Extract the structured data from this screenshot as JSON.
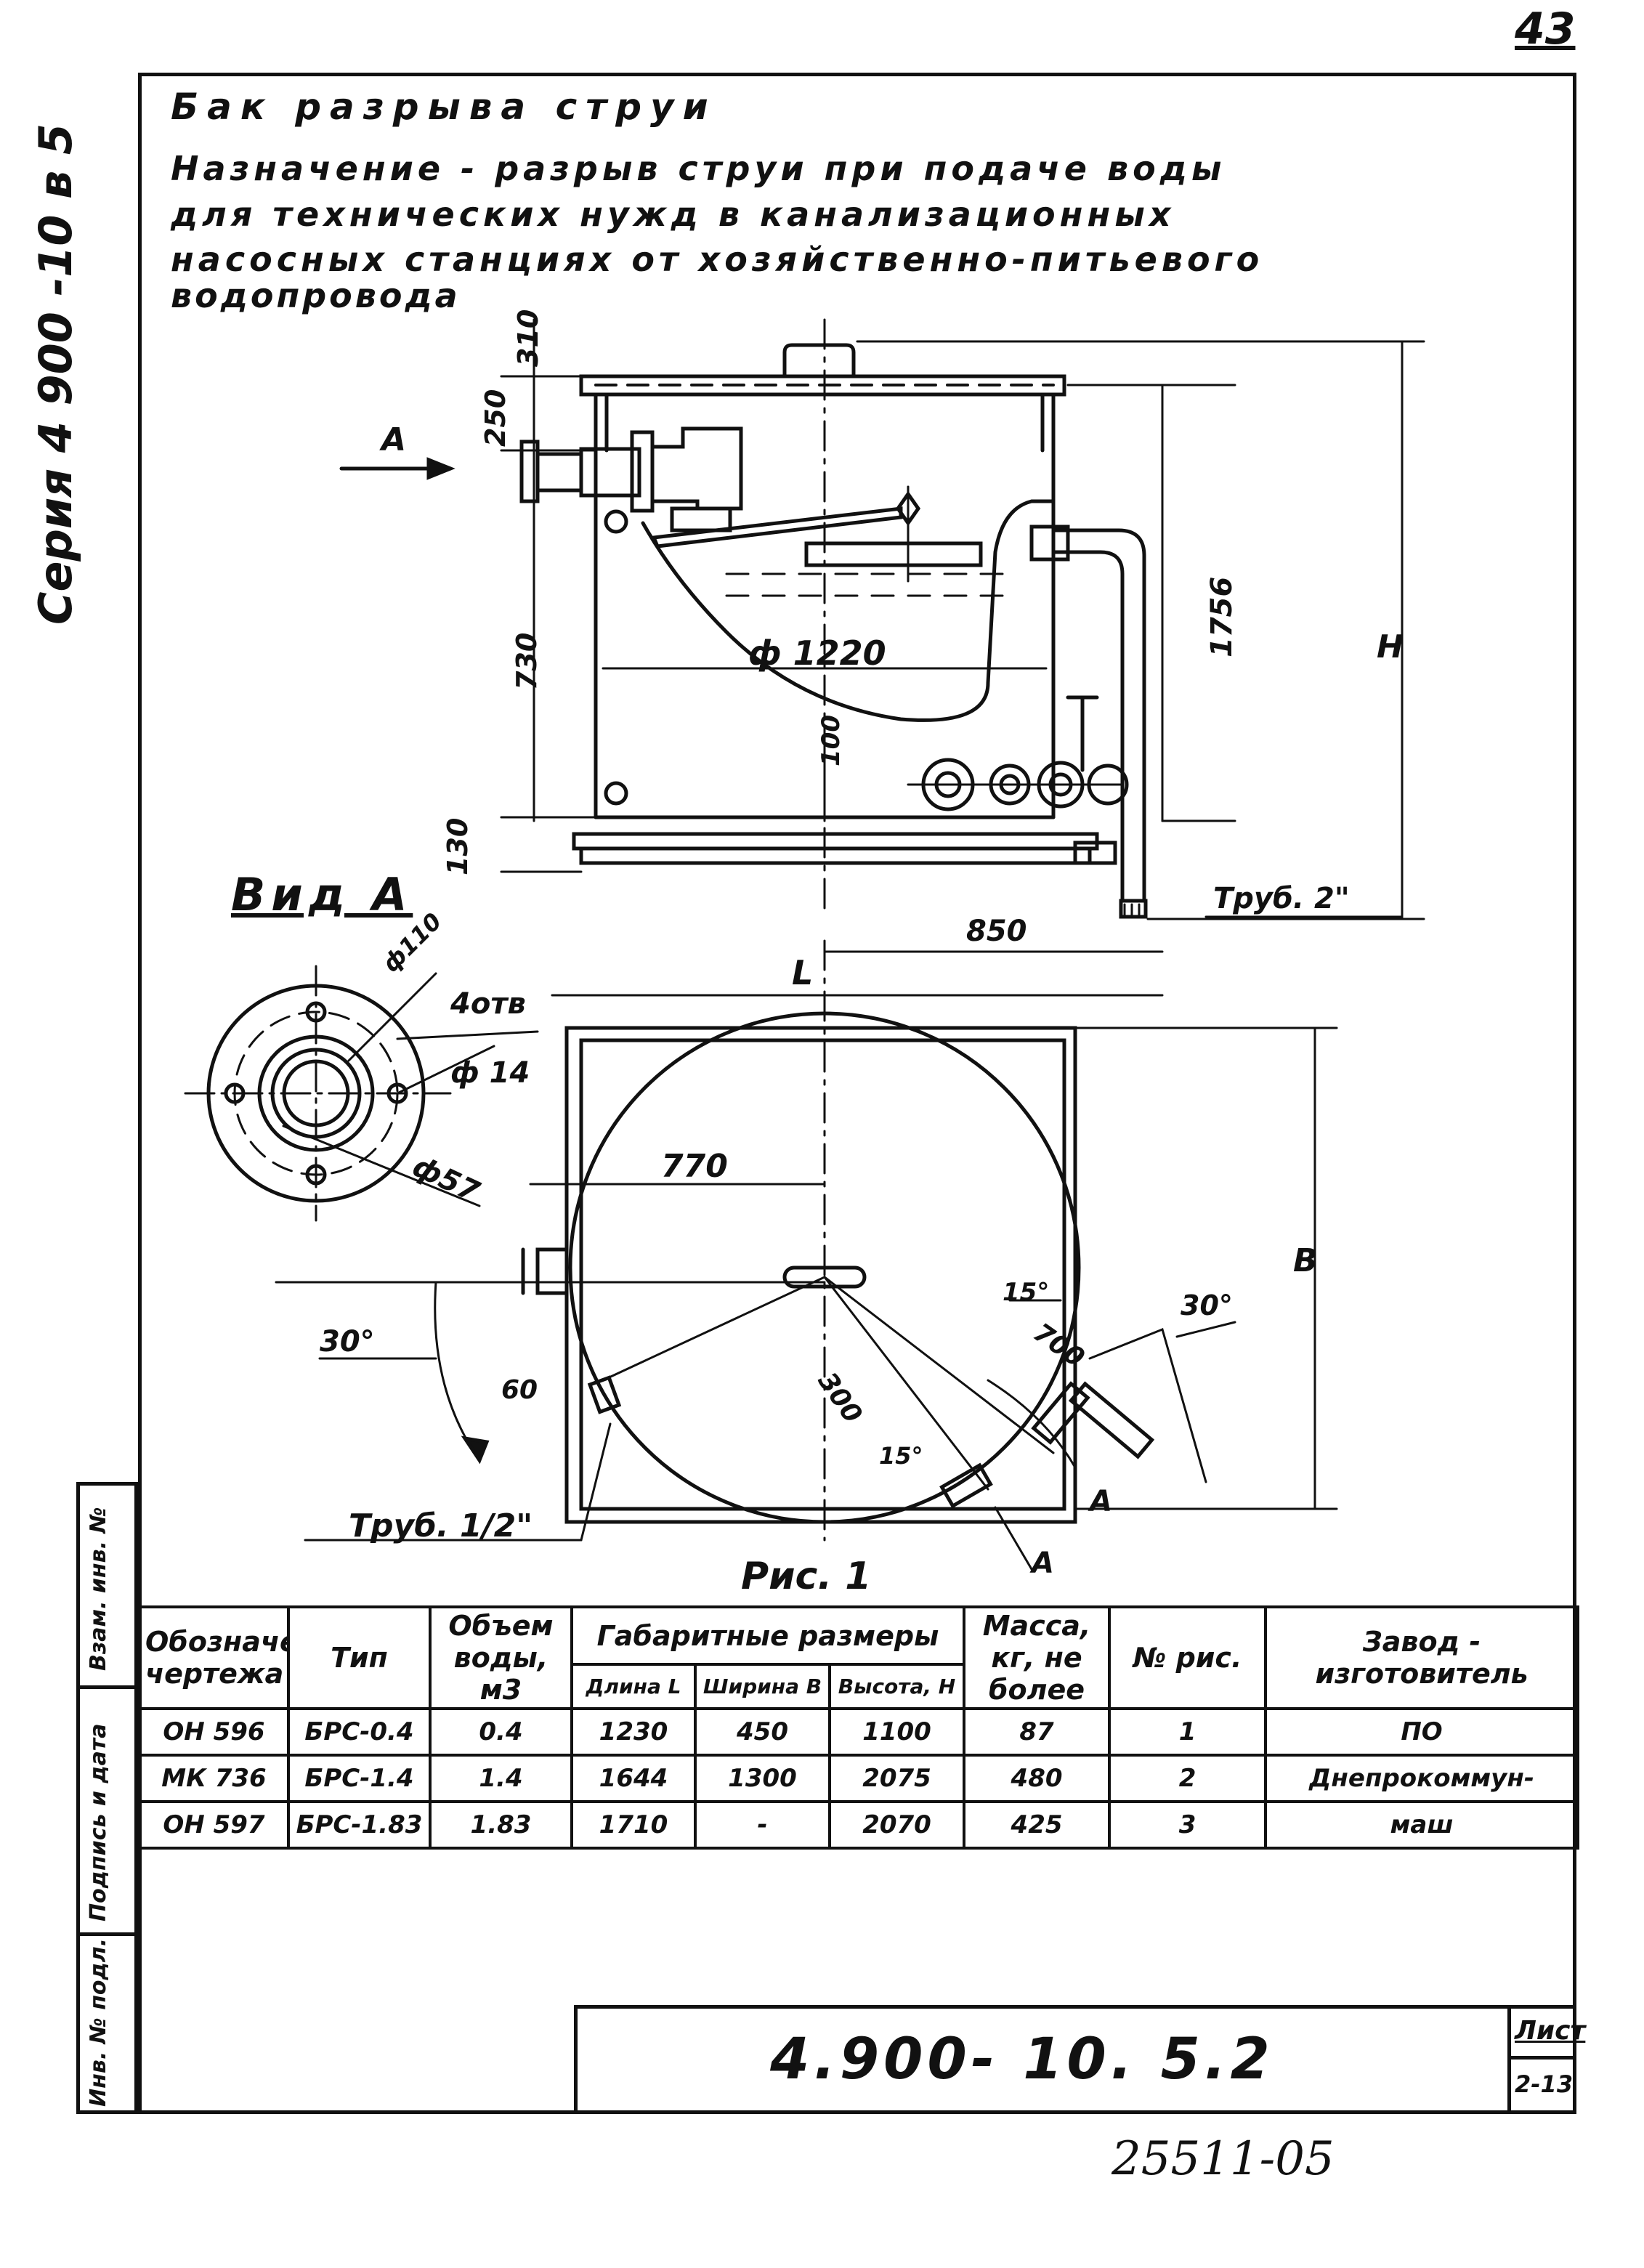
{
  "sheet_number_top": "43",
  "side_series": "Серия 4 900 -10 в 5",
  "title_lines": [
    "Бак разрыва струи",
    "Назначение - разрыв струи при подаче воды",
    "для технических нужд в канализационных",
    "насосных станциях от хозяйственно-питьевого",
    "водопровода"
  ],
  "dims": {
    "d310": "310",
    "d250": "250",
    "d730": "730",
    "d130": "130",
    "d100": "100",
    "d1756": "1756",
    "dH": "H",
    "dA": "A",
    "d1220": "ф 1220",
    "pipe2": "Труб. 2\"",
    "d850": "850",
    "dL": "L",
    "dB": "B",
    "d770": "770",
    "d15a": "15°",
    "d700": "700",
    "d30a": "30°",
    "d30b": "30°",
    "d60": "60",
    "d300": "300",
    "d15b": "15°",
    "pipe12": "Труб. 1/2\"",
    "arrowA2": "A",
    "arrowA3": "A",
    "holes": "4отв",
    "d14": "ф 14",
    "d110": "ф110",
    "d57": "ф57"
  },
  "view_label": "Вид A",
  "figure_label": "Рис. 1",
  "table": {
    "headers": {
      "designation": "Обозначен чертежа",
      "type": "Тип",
      "volume": "Объем воды, м3",
      "dimensions": "Габаритные размеры",
      "length": "Длина L",
      "width": "Ширина B",
      "height": "Высота, H",
      "mass": "Масса, кг, не более",
      "fig": "№ рис.",
      "maker": "Завод - изготовитель"
    },
    "rows": [
      [
        "ОН 596",
        "БРС-0.4",
        "0.4",
        "1230",
        "450",
        "1100",
        "87",
        "1",
        "ПО"
      ],
      [
        "МК 736",
        "БРС-1.4",
        "1.4",
        "1644",
        "1300",
        "2075",
        "480",
        "2",
        "Днепрокоммун-"
      ],
      [
        "ОН 597",
        "БРС-1.83",
        "1.83",
        "1710",
        "-",
        "2070",
        "425",
        "3",
        "маш"
      ]
    ]
  },
  "sidebar_labels": [
    "Инв. № подл.",
    "Подпись и дата",
    "Взам. инв. №"
  ],
  "stamp_code": "4.900- 10. 5.2",
  "stamp_sheet_label": "Лист",
  "stamp_sheet_number": "2-13",
  "handwritten_number": "25511-05"
}
